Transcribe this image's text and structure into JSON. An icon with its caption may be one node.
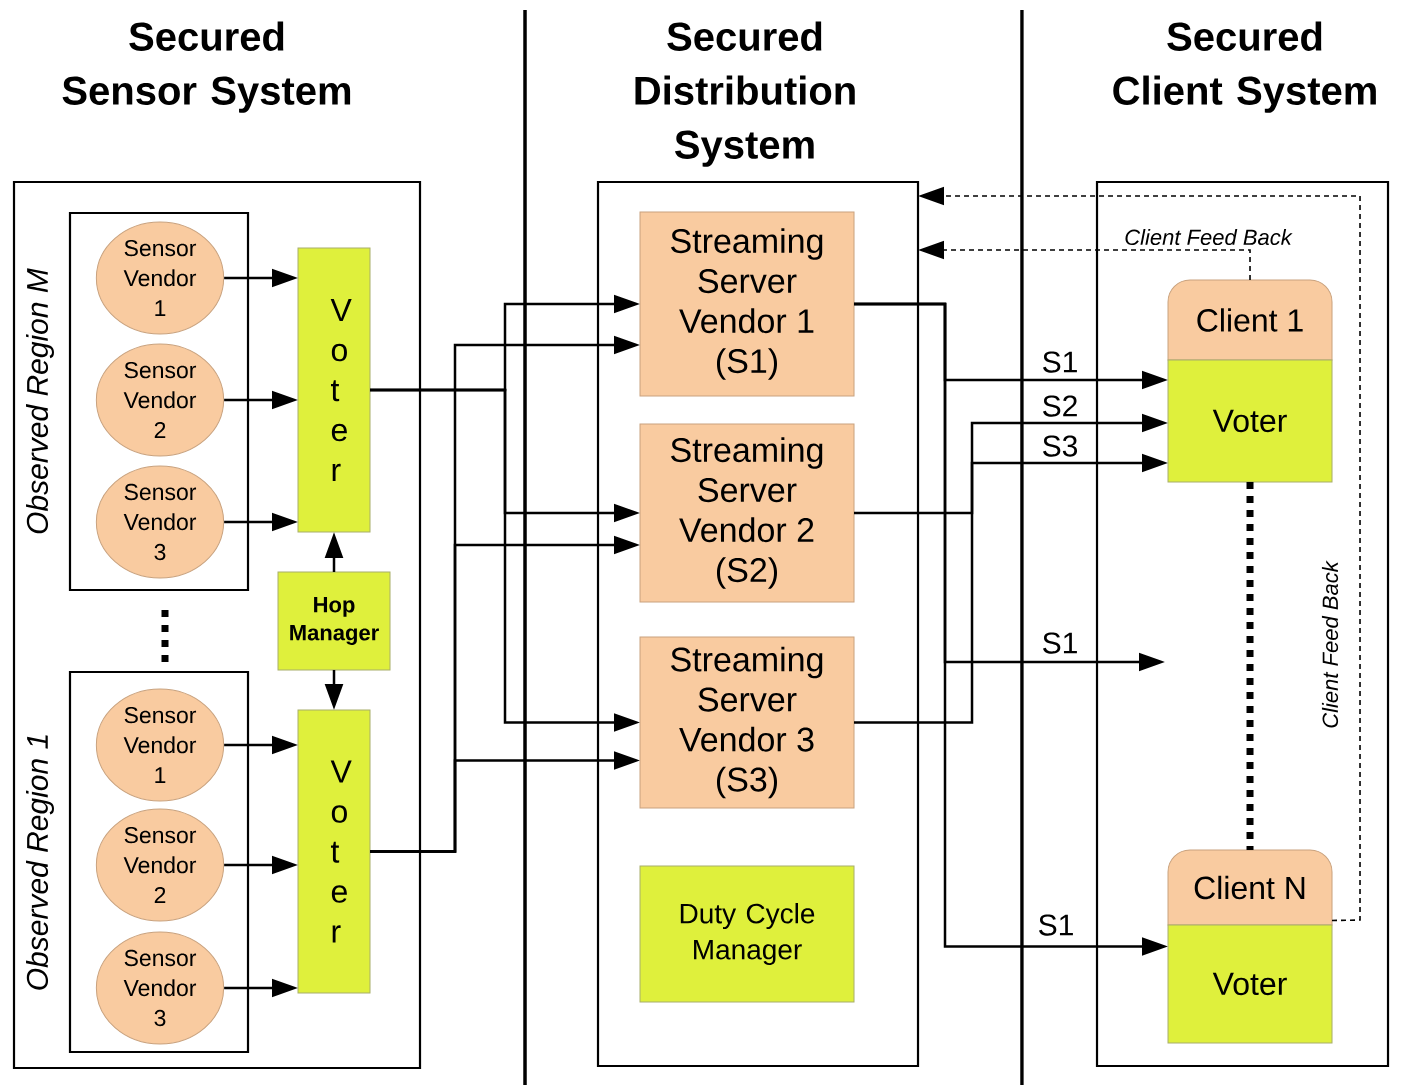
{
  "diagram": {
    "nodes": [
      {
        "text": [
          "Secured Sensor System"
        ]
      },
      {
        "text": [
          "Observed Region M"
        ],
        "in": 0
      },
      {
        "text": [
          "Sensor Vendor 1"
        ],
        "in": 1
      },
      {
        "text": [
          "Sensor Vendor 2"
        ],
        "in": 1
      },
      {
        "text": [
          "Sensor Vendor 3"
        ],
        "in": 1
      },
      {
        "text": [
          "Voter"
        ],
        "in": 0
      },
      {
        "text": [
          "Hop Manager"
        ],
        "in": 0
      },
      {
        "text": [
          "Observed Region 1"
        ],
        "in": 0
      },
      {
        "text": [
          "Sensor Vendor 1"
        ],
        "in": 7
      },
      {
        "text": [
          "Sensor Vendor 2"
        ],
        "in": 7
      },
      {
        "text": [
          "Sensor Vendor 3"
        ],
        "in": 7
      },
      {
        "text": [
          "Voter"
        ],
        "in": 0
      },
      {
        "text": [
          "Secured Distribution System"
        ]
      },
      {
        "text": [
          "Streaming Server Vendor 1 (S1)"
        ],
        "in": 12
      },
      {
        "text": [
          "Streaming Server Vendor 2 (S2)"
        ],
        "in": 12
      },
      {
        "text": [
          "Streaming Server Vendor 3 (S3)"
        ],
        "in": 12
      },
      {
        "text": [
          "Duty Cycle Manager"
        ],
        "in": 12
      },
      {
        "text": [
          "Secured Client System"
        ]
      },
      {
        "text": [
          "Client 1",
          "Voter"
        ],
        "in": 17
      },
      {
        "text": [
          "Client N",
          "Voter"
        ],
        "in": 17
      }
    ],
    "edges": [
      {
        "from": 2,
        "to": 5,
        "arrow": "to"
      },
      {
        "from": 3,
        "to": 5,
        "arrow": "to"
      },
      {
        "from": 4,
        "to": 5,
        "arrow": "to"
      },
      {
        "from": 8,
        "to": 11,
        "arrow": "to"
      },
      {
        "from": 9,
        "to": 11,
        "arrow": "to"
      },
      {
        "from": 10,
        "to": 11,
        "arrow": "to"
      },
      {
        "from": 6,
        "to": 5,
        "arrow": "to"
      },
      {
        "from": 6,
        "to": 11,
        "arrow": "to"
      },
      {
        "from": 5,
        "to": 13,
        "arrow": "to"
      },
      {
        "from": 5,
        "to": 14,
        "arrow": "to"
      },
      {
        "from": 5,
        "to": 15,
        "arrow": "to"
      },
      {
        "from": 11,
        "to": 13,
        "arrow": "to"
      },
      {
        "from": 11,
        "to": 14,
        "arrow": "to"
      },
      {
        "from": 11,
        "to": 15,
        "arrow": "to"
      },
      {
        "from": 13,
        "to": 18,
        "arrow": "to",
        "label": "S1"
      },
      {
        "from": 14,
        "to": 18,
        "arrow": "to",
        "label": "S2"
      },
      {
        "from": 15,
        "to": 18,
        "arrow": "to",
        "label": "S3"
      },
      {
        "from": 13,
        "to": null,
        "arrow": "to",
        "label": "S1"
      },
      {
        "from": 13,
        "to": 19,
        "arrow": "to",
        "label": "S1"
      },
      {
        "from": 18,
        "to": 12,
        "arrow": "to",
        "label": "Client Feed Back",
        "style": "dashed"
      },
      {
        "from": 19,
        "to": 12,
        "arrow": "to",
        "label": "Client Feed Back",
        "style": "dashed"
      },
      {
        "from": 18,
        "to": 19,
        "arrow": "none",
        "style": "dashed"
      }
    ]
  }
}
